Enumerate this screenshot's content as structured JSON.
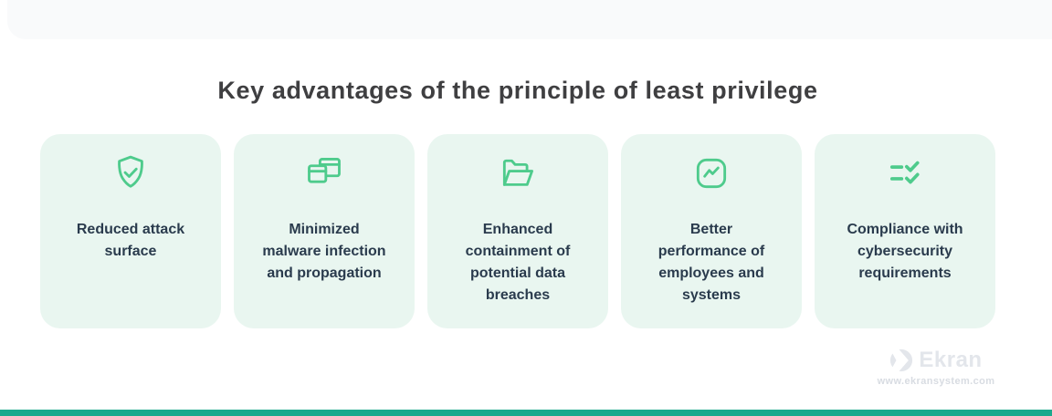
{
  "title": "Key advantages of the principle of least privilege",
  "colors": {
    "accent_green": "#4ecb8c",
    "card_bg": "#e9f6f0",
    "title_text": "#3f3f41",
    "card_text": "#2a3b4d",
    "top_band": "#f9fafb",
    "watermark": "#e3e6eb",
    "watermark_url": "#d8dce2",
    "footer_bar": "#1ba98d"
  },
  "cards": [
    {
      "icon": "shield-check-icon",
      "lines": [
        "Reduced attack",
        "surface"
      ]
    },
    {
      "icon": "overlapping-windows-icon",
      "lines": [
        "Minimized",
        "malware infection",
        "and propagation"
      ]
    },
    {
      "icon": "open-folder-icon",
      "lines": [
        "Enhanced",
        "containment of",
        "potential data",
        "breaches"
      ]
    },
    {
      "icon": "performance-trend-icon",
      "lines": [
        "Better",
        "performance of",
        "employees and",
        "systems"
      ]
    },
    {
      "icon": "checklist-icon",
      "lines": [
        "Compliance with",
        "cybersecurity",
        "requirements"
      ]
    }
  ],
  "watermark": {
    "brand": "Ekran",
    "url": "www.ekransystem.com"
  }
}
